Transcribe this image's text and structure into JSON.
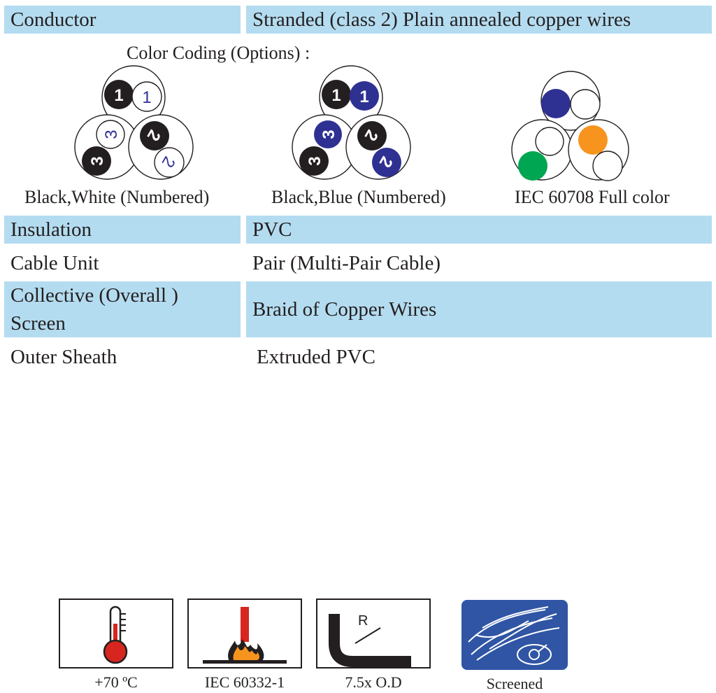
{
  "rows": {
    "conductor": {
      "label": "Conductor",
      "value": "Stranded (class 2) Plain annealed copper wires"
    },
    "insulation": {
      "label": "Insulation",
      "value": "PVC"
    },
    "cable_unit": {
      "label": "Cable Unit",
      "value": "Pair (Multi-Pair Cable)"
    },
    "screen": {
      "label_line1": "Collective (Overall )",
      "label_line2": "Screen",
      "value": "Braid of Copper Wires"
    },
    "outer_sheath": {
      "label": "Outer Sheath",
      "value": "Extruded PVC"
    }
  },
  "color_coding": {
    "heading": "Color Coding (Options) :",
    "options": [
      {
        "caption": "Black,White (Numbered)",
        "numbers": [
          "1",
          "1",
          "3",
          "2",
          "3",
          "2"
        ]
      },
      {
        "caption": "Black,Blue (Numbered)",
        "numbers": [
          "1",
          "1",
          "3",
          "2",
          "3",
          "2"
        ]
      },
      {
        "caption": "IEC 60708 Full color"
      }
    ]
  },
  "icons": [
    {
      "icon": "thermometer-icon",
      "label": "+70 ºC"
    },
    {
      "icon": "flame-icon",
      "label": "IEC 60332-1"
    },
    {
      "icon": "bend-radius-icon",
      "letter": "R",
      "label": "7.5x O.D"
    },
    {
      "icon": "screened-icon",
      "label": "Screened"
    }
  ],
  "colors": {
    "row_shade": "#b4dcf0",
    "core_black": "#231f20",
    "core_blue": "#2e3192",
    "core_orange": "#f7941d",
    "core_green": "#00a651",
    "flame_red": "#d7261f",
    "thermo_red": "#d7261f",
    "screen_blue": "#2f55a4"
  }
}
